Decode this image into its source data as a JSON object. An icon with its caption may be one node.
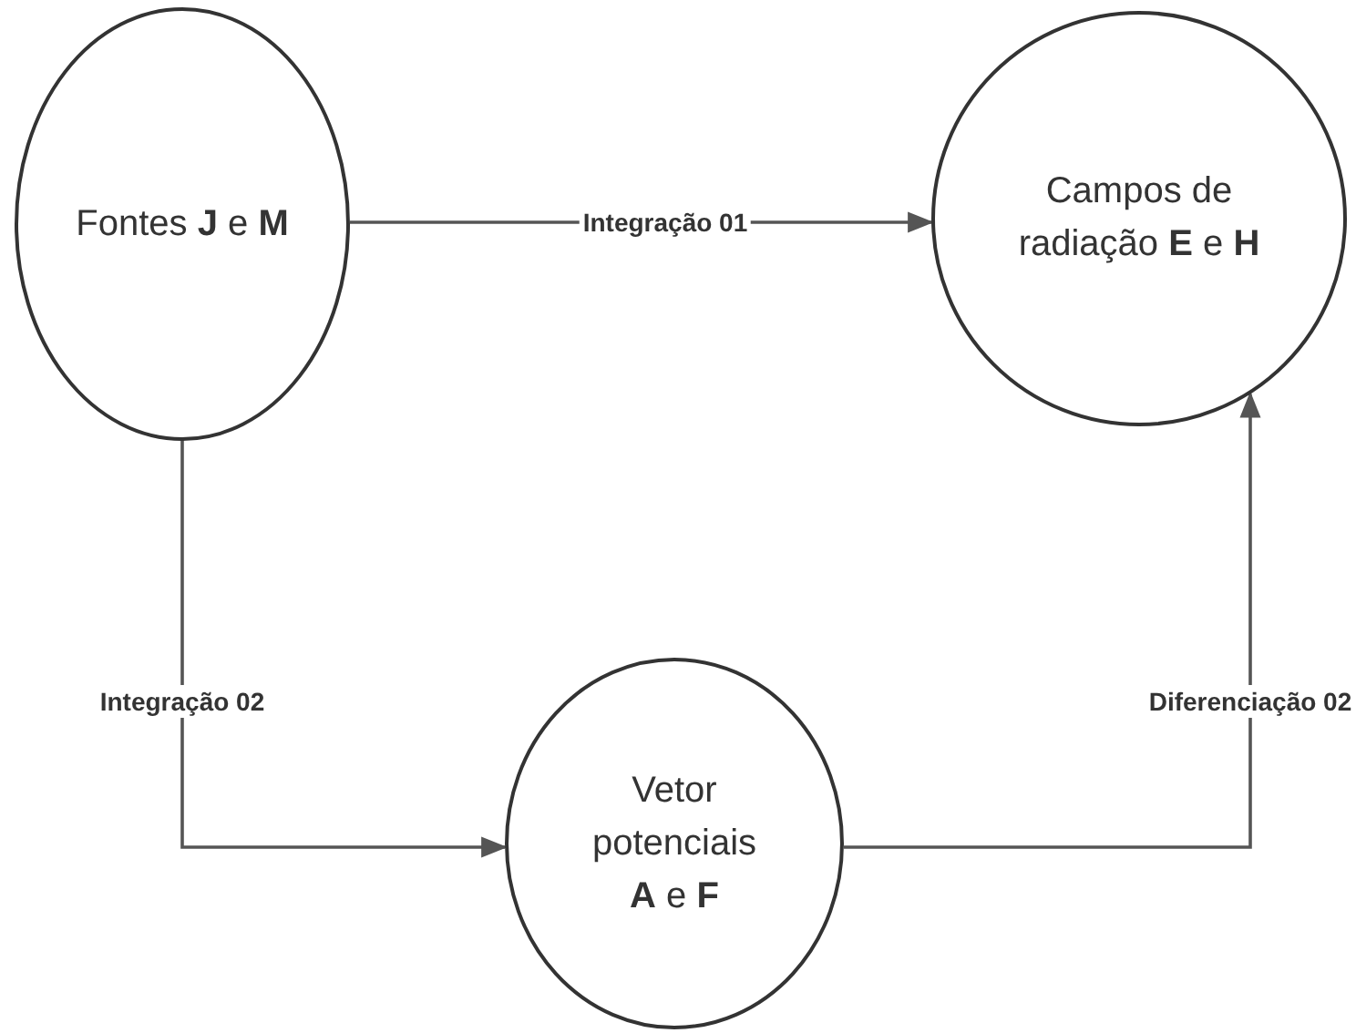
{
  "diagram": {
    "nodes": [
      {
        "text": [
          "Fontes **J** e **M**"
        ]
      },
      {
        "text": [
          "Campos de radiação **E** e **H**"
        ]
      },
      {
        "text": [
          "Vetor potenciais **A** e **F**"
        ]
      }
    ],
    "edges": [
      {
        "from": 0,
        "to": 1,
        "arrow": "to",
        "label": "Integração 01"
      },
      {
        "from": 0,
        "to": 2,
        "arrow": "to",
        "label": "Integração 02"
      },
      {
        "from": 2,
        "to": 1,
        "arrow": "to",
        "label": "Diferenciação 02"
      }
    ]
  }
}
